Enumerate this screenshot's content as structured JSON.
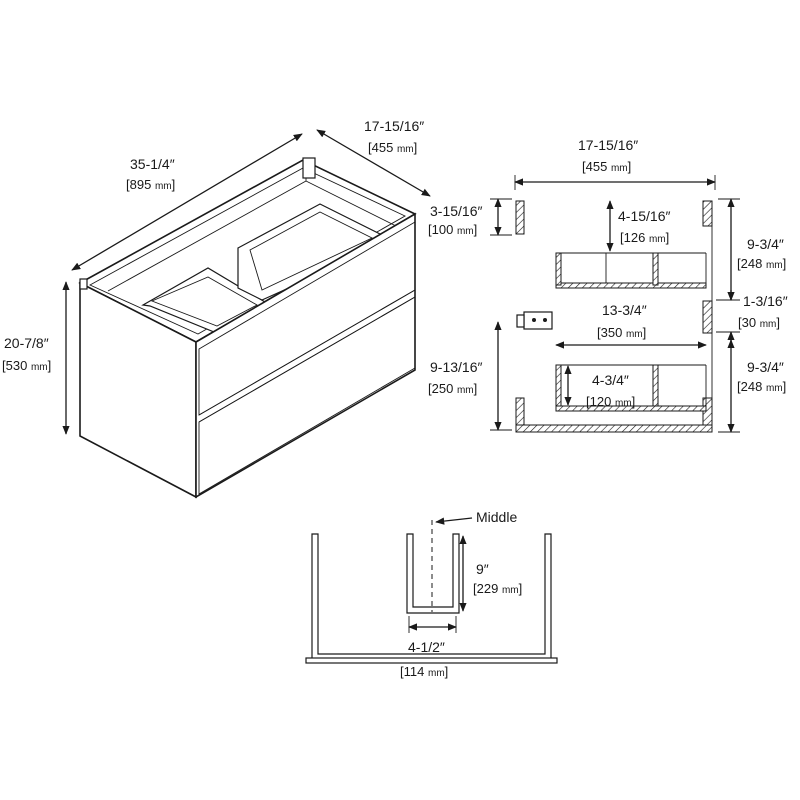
{
  "iso": {
    "width_in": "35-1/4″",
    "width_mm": "895",
    "depth_in": "17-15/16″",
    "depth_mm": "455",
    "height_in": "20-7/8″",
    "height_mm": "530"
  },
  "side": {
    "depth_in": "17-15/16″",
    "depth_mm": "455",
    "top_gap_in": "3-15/16″",
    "top_gap_mm": "100",
    "upper_drawer_h_in": "4-15/16″",
    "upper_drawer_h_mm": "126",
    "upper_section_in": "9-3/4″",
    "upper_section_mm": "248",
    "drawer_depth_in": "13-3/4″",
    "drawer_depth_mm": "350",
    "divider_in": "1-3/16″",
    "divider_mm": "30",
    "lower_height_in": "9-13/16″",
    "lower_height_mm": "250",
    "lower_drawer_h_in": "4-3/4″",
    "lower_drawer_h_mm": "120",
    "lower_section_in": "9-3/4″",
    "lower_section_mm": "248"
  },
  "cutout": {
    "middle_label": "Middle",
    "depth_in": "9″",
    "depth_mm": "229",
    "width_in": "4-1/2″",
    "width_mm": "114"
  },
  "unit": "mm"
}
